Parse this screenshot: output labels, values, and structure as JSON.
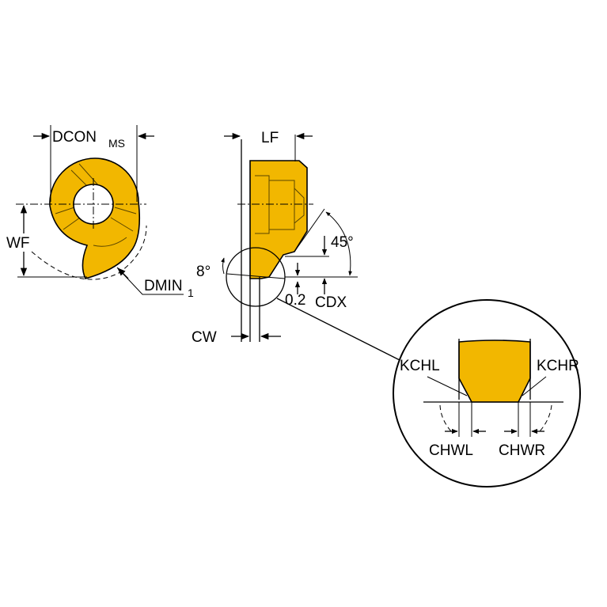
{
  "colors": {
    "insert": "#F2B700",
    "line": "#000000",
    "background": "#ffffff"
  },
  "labels": {
    "dcon": "DCON",
    "dcon_sub": "MS",
    "wf": "WF",
    "dmin": "DMIN",
    "dmin_sub": "1",
    "lf": "LF",
    "angle_8": "8°",
    "angle_45": "45°",
    "dim_02": "0.2",
    "cdx": "CDX",
    "cw": "CW",
    "kchl": "KCHL",
    "kchr": "KCHR",
    "chwl": "CHWL",
    "chwr": "CHWR"
  }
}
